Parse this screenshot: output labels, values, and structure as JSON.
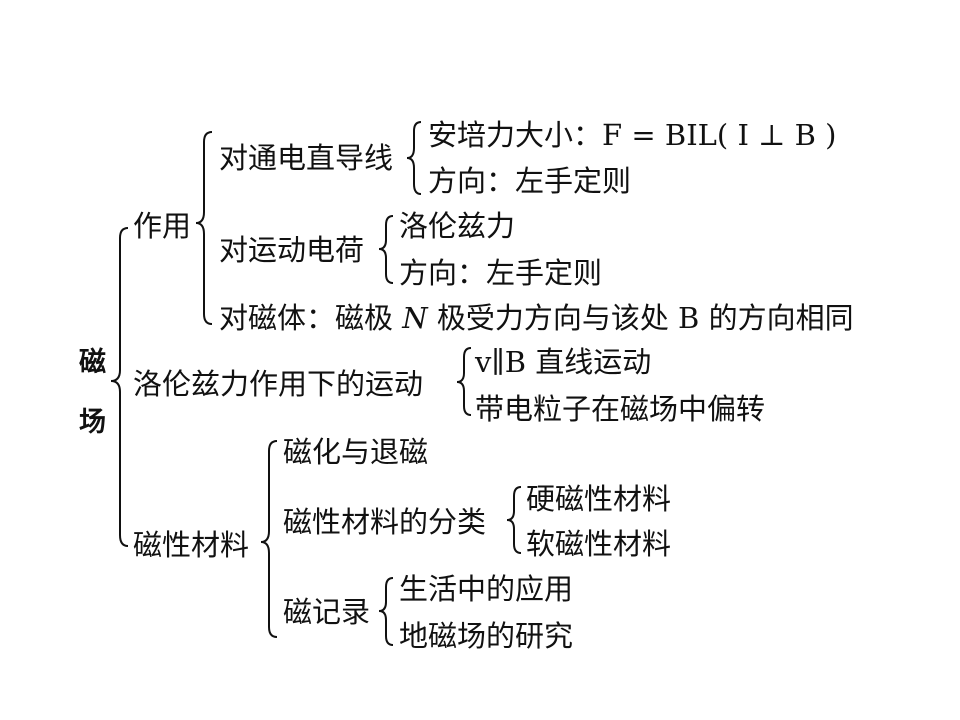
{
  "root": {
    "char1": "磁",
    "char2": "场"
  },
  "zuoyong": {
    "label": "作用",
    "tongdian": {
      "label": "对通电直导线",
      "force_prefix": "安培力大小",
      "force_sep": "：",
      "force_formula": "F = BIL( I ⊥ B )",
      "dir_prefix": "方向",
      "dir_sep": "：",
      "dir_rule": "左手定则"
    },
    "yundong": {
      "label": "对运动电荷",
      "force": "洛伦兹力",
      "dir_prefix": "方向",
      "dir_sep": "：",
      "dir_rule": "左手定则"
    },
    "citi": {
      "prefix": "对磁体",
      "sep": "：",
      "part1": "磁极 ",
      "n": "N",
      "part2": " 极受力方向与该处 B 的方向相同"
    }
  },
  "lorentz_motion": {
    "label": "洛伦兹力作用下的运动",
    "item1": "v∥B 直线运动",
    "item2": "带电粒子在磁场中偏转"
  },
  "materials": {
    "label": "磁性材料",
    "magnetize": "磁化与退磁",
    "classify": {
      "label": "磁性材料的分类",
      "hard": "硬磁性材料",
      "soft": "软磁性材料"
    },
    "record": {
      "label": "磁记录",
      "app": "生活中的应用",
      "geo": "地磁场的研究"
    }
  }
}
